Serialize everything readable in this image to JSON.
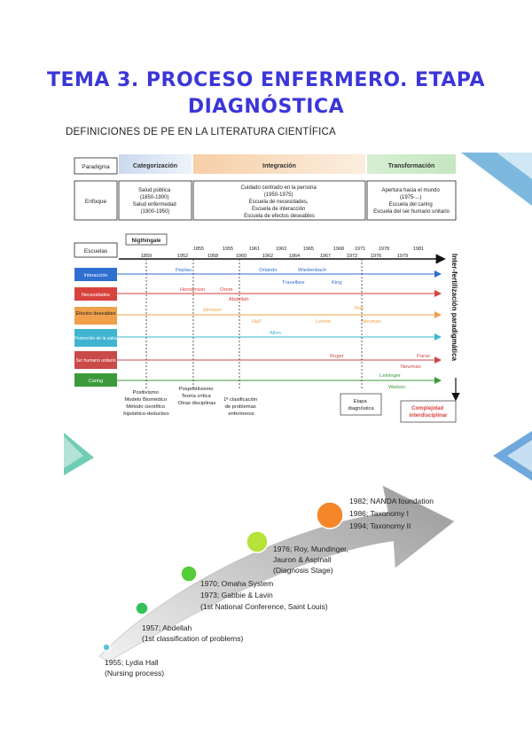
{
  "title_line1": "TEMA 3. PROCESO ENFERMERO. ETAPA",
  "title_line2": "DIAGNÓSTICA",
  "subtitle": "DEFINICIONES DE PE EN LA LITERATURA CIENTÍFICA",
  "diagram": {
    "paradigm_label": "Paradigma",
    "phases": [
      "Categorización",
      "Integración",
      "Transformación"
    ],
    "enfoque_label": "Enfoque",
    "enfoques": [
      [
        "Salud pública",
        "(1850-1900)",
        "Salud enfermedad",
        "(1900-1950)"
      ],
      [
        "Cuidado centrado en la persona",
        "(1950-1975)",
        "Escuela de necesidades,",
        "Escuela de interacción",
        "Escuela de efectos deseables"
      ],
      [
        "Apertura hacia el mundo",
        "(1975-...)",
        "Escuela del caring",
        "Escuela del ser humano unitario"
      ]
    ],
    "escuelas_label": "Escuelas",
    "nightingale": "Nigthingale",
    "years_top": [
      "1855",
      "1955",
      "1961",
      "1963",
      "1965",
      "1968",
      "1971",
      "1978",
      "1981"
    ],
    "years_bottom": [
      "1859",
      "1952",
      "1958",
      "1960",
      "1962",
      "1964",
      "1967",
      "1972",
      "1976",
      "1979"
    ],
    "schools": [
      {
        "label": "Interacción",
        "color": "#2f6fcf"
      },
      {
        "label": "Necesidades",
        "color": "#d8423d"
      },
      {
        "label": "Efectos deseables",
        "color": "#f0a04b"
      },
      {
        "label": "Promoción de la salud",
        "color": "#3fb4cf"
      },
      {
        "label": "Ser humano unitario",
        "color": "#c94a48"
      },
      {
        "label": "Caring",
        "color": "#3c9a3a"
      }
    ],
    "authors": {
      "peplau": "Peplau",
      "orlando": "Orlando",
      "wiedenbach": "Wiedenbach",
      "travelbee": "Travelbee",
      "king": "King",
      "henderson": "Henderson",
      "orem": "Orem",
      "abdellah": "Abdellah",
      "johnson": "Johnson",
      "roy": "Roy",
      "hall": "Hall",
      "levine": "Levine",
      "neuman": "Neuman",
      "allen": "Allen",
      "rogers": "Roger",
      "parse": "Parse",
      "newman": "Newman",
      "leininger": "Leininger",
      "watson": "Watson"
    },
    "right_label": "Inter-fertilización paradigmática",
    "notes": {
      "positivismo": [
        "Positivismo",
        "Modelo Biomédico",
        "Método científico",
        "hipotético-deductivo"
      ],
      "pospositivismo": [
        "Pospositivismo",
        "Teoría crítica",
        "Otras disciplinas"
      ],
      "clasificacion": [
        "1ª clasificación",
        "de problemas",
        "enfermeros"
      ],
      "etapa": [
        "Etapa",
        "diagnóstica"
      ],
      "complejidad": [
        "Complejidad",
        "interdisciplinar"
      ]
    }
  },
  "timeline": [
    {
      "lines": [
        "1955; Lydia Hall",
        "(Nursing process)"
      ],
      "color": "#5ec3d6"
    },
    {
      "lines": [
        "1957; Abdellah",
        "(1st classification of problems)"
      ],
      "color": "#33c25a"
    },
    {
      "lines": [
        "1970; Omaha System",
        "1973; Gabbie & Lavin",
        "(1st National Conference, Saint Louis)"
      ],
      "color": "#55cc3a"
    },
    {
      "lines": [
        "1976; Roy, Mundinger,",
        "Jauron & Aspinall",
        "(Diagnosis Stage)"
      ],
      "color": "#b6e23a"
    },
    {
      "lines": [
        "1982; NANDA foundation",
        "1986; Taxonomy I",
        "1994; Taxonomy II"
      ],
      "color": "#f5862a"
    }
  ]
}
